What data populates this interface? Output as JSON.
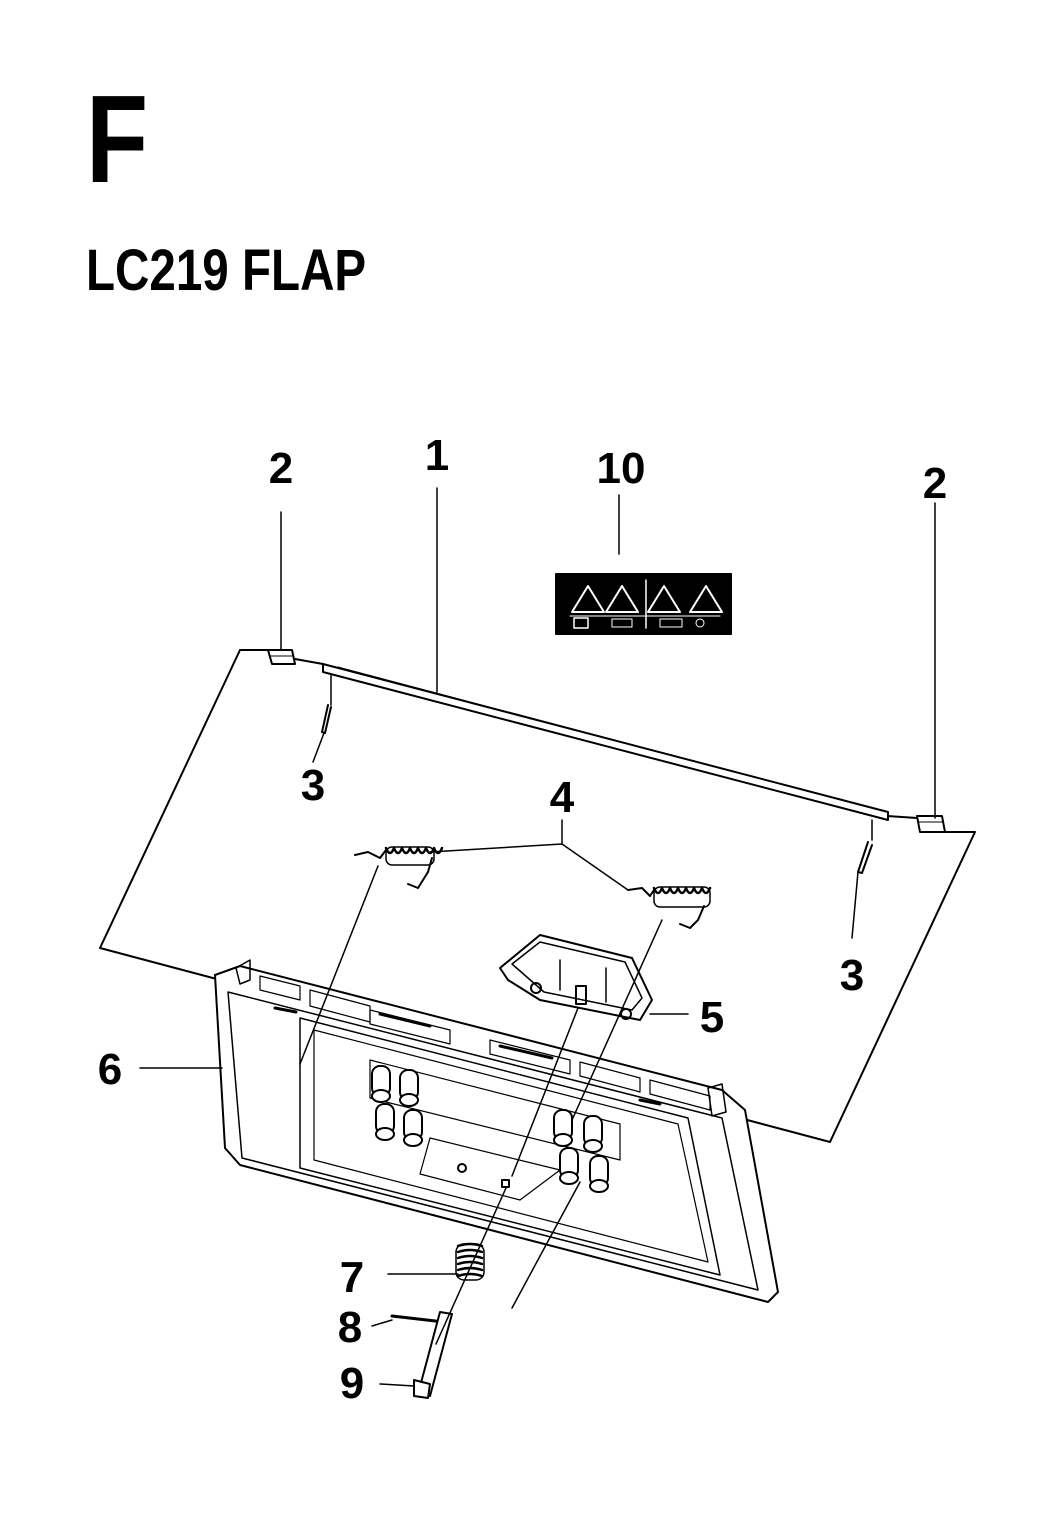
{
  "section_letter": "F",
  "title": "LC219 FLAP",
  "callouts": [
    {
      "id": "c-2-left",
      "label": "2"
    },
    {
      "id": "c-1",
      "label": "1"
    },
    {
      "id": "c-10",
      "label": "10"
    },
    {
      "id": "c-2-right",
      "label": "2"
    },
    {
      "id": "c-3-left",
      "label": "3"
    },
    {
      "id": "c-4",
      "label": "4"
    },
    {
      "id": "c-3-right",
      "label": "3"
    },
    {
      "id": "c-5",
      "label": "5"
    },
    {
      "id": "c-6",
      "label": "6"
    },
    {
      "id": "c-7",
      "label": "7"
    },
    {
      "id": "c-8",
      "label": "8"
    },
    {
      "id": "c-9",
      "label": "9"
    }
  ]
}
